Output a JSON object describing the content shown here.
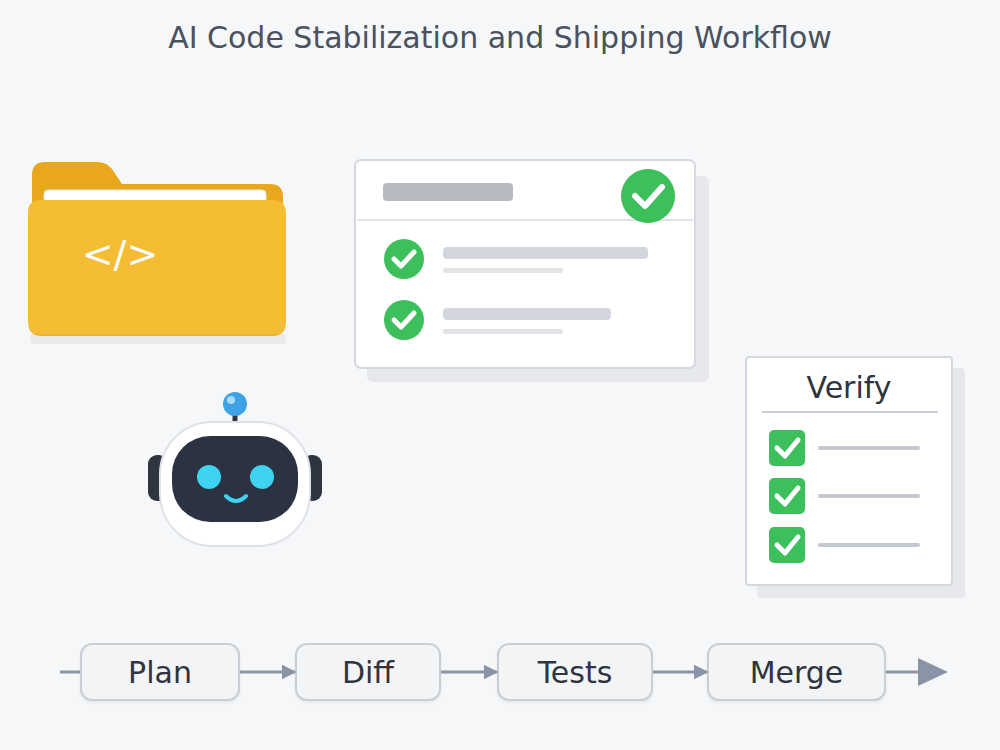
{
  "diagram": {
    "title": "AI Code Stabilization and Shipping Workflow",
    "nodes": [
      {
        "text": [
          "Verify"
        ]
      },
      {
        "text": [
          "Plan"
        ]
      },
      {
        "text": [
          "Diff"
        ]
      },
      {
        "text": [
          "Tests"
        ]
      },
      {
        "text": [
          "Merge"
        ]
      }
    ],
    "edges": [
      {
        "from": 1,
        "to": 2,
        "arrow": "to"
      },
      {
        "from": 2,
        "to": 3,
        "arrow": "to"
      },
      {
        "from": 3,
        "to": 4,
        "arrow": "to"
      }
    ],
    "labels": [
      "</>"
    ]
  }
}
